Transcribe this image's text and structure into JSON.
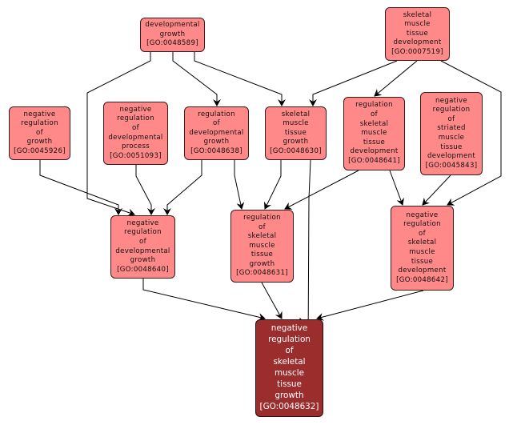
{
  "graph": {
    "title": "GO term ancestry graph",
    "colors": {
      "node_fill": "#ff8888",
      "target_fill": "#9b2d2d",
      "edge": "#000000",
      "target_text": "#ffffff"
    },
    "nodes": [
      {
        "id": "GO:0048589",
        "lines": [
          "developmental",
          "growth",
          "[GO:0048589]"
        ],
        "target": false
      },
      {
        "id": "GO:0007519",
        "lines": [
          "skeletal",
          "muscle",
          "tissue",
          "development",
          "[GO:0007519]"
        ],
        "target": false
      },
      {
        "id": "GO:0045926",
        "lines": [
          "negative",
          "regulation",
          "of",
          "growth",
          "[GO:0045926]"
        ],
        "target": false
      },
      {
        "id": "GO:0051093",
        "lines": [
          "negative",
          "regulation",
          "of",
          "developmental",
          "process",
          "[GO:0051093]"
        ],
        "target": false
      },
      {
        "id": "GO:0048638",
        "lines": [
          "regulation",
          "of",
          "developmental",
          "growth",
          "[GO:0048638]"
        ],
        "target": false
      },
      {
        "id": "GO:0048630",
        "lines": [
          "skeletal",
          "muscle",
          "tissue",
          "growth",
          "[GO:0048630]"
        ],
        "target": false
      },
      {
        "id": "GO:0048641",
        "lines": [
          "regulation",
          "of",
          "skeletal",
          "muscle",
          "tissue",
          "development",
          "[GO:0048641]"
        ],
        "target": false
      },
      {
        "id": "GO:0045843",
        "lines": [
          "negative",
          "regulation",
          "of",
          "striated",
          "muscle",
          "tissue",
          "development",
          "[GO:0045843]"
        ],
        "target": false
      },
      {
        "id": "GO:0048640",
        "lines": [
          "negative",
          "regulation",
          "of",
          "developmental",
          "growth",
          "[GO:0048640]"
        ],
        "target": false
      },
      {
        "id": "GO:0048631",
        "lines": [
          "regulation",
          "of",
          "skeletal",
          "muscle",
          "tissue",
          "growth",
          "[GO:0048631]"
        ],
        "target": false
      },
      {
        "id": "GO:0048642",
        "lines": [
          "negative",
          "regulation",
          "of",
          "skeletal",
          "muscle",
          "tissue",
          "development",
          "[GO:0048642]"
        ],
        "target": false
      },
      {
        "id": "GO:0048632",
        "lines": [
          "negative",
          "regulation",
          "of",
          "skeletal",
          "muscle",
          "tissue",
          "growth",
          "[GO:0048632]"
        ],
        "target": true
      }
    ],
    "edges": [
      {
        "from": "GO:0048589",
        "to": "GO:0048640"
      },
      {
        "from": "GO:0048589",
        "to": "GO:0048638"
      },
      {
        "from": "GO:0048589",
        "to": "GO:0048630"
      },
      {
        "from": "GO:0007519",
        "to": "GO:0048630"
      },
      {
        "from": "GO:0007519",
        "to": "GO:0048641"
      },
      {
        "from": "GO:0007519",
        "to": "GO:0048642"
      },
      {
        "from": "GO:0045926",
        "to": "GO:0048640"
      },
      {
        "from": "GO:0051093",
        "to": "GO:0048640"
      },
      {
        "from": "GO:0048638",
        "to": "GO:0048640"
      },
      {
        "from": "GO:0048638",
        "to": "GO:0048631"
      },
      {
        "from": "GO:0048630",
        "to": "GO:0048631"
      },
      {
        "from": "GO:0048630",
        "to": "GO:0048632"
      },
      {
        "from": "GO:0048641",
        "to": "GO:0048631"
      },
      {
        "from": "GO:0048641",
        "to": "GO:0048642"
      },
      {
        "from": "GO:0045843",
        "to": "GO:0048642"
      },
      {
        "from": "GO:0048640",
        "to": "GO:0048632"
      },
      {
        "from": "GO:0048631",
        "to": "GO:0048632"
      },
      {
        "from": "GO:0048642",
        "to": "GO:0048632"
      }
    ]
  }
}
